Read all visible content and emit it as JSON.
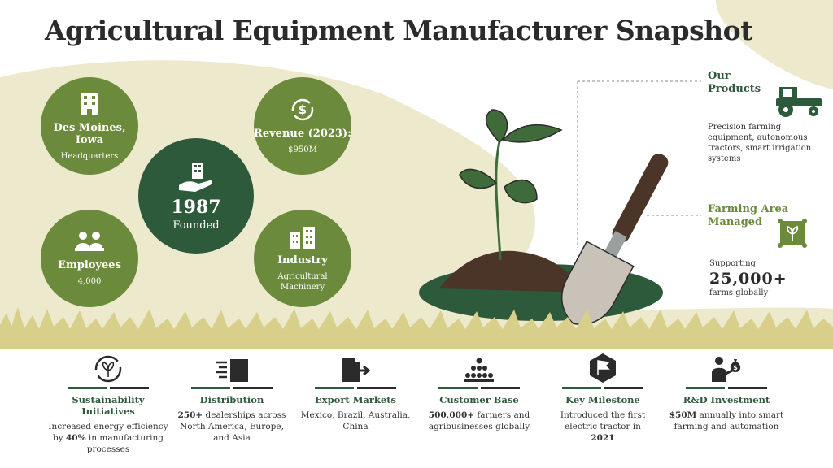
{
  "title": "Agricultural Equipment Manufacturer Snapshot",
  "circles": {
    "hq": {
      "heading": "Des Moines, Iowa",
      "sub": "Headquarters"
    },
    "revenue": {
      "heading": "Revenue (2023):",
      "sub": "$950M"
    },
    "founded": {
      "value": "1987",
      "label": "Founded"
    },
    "employees": {
      "heading": "Employees",
      "sub": "4,000"
    },
    "industry": {
      "heading": "Industry",
      "sub": "Agricultural Machinery"
    }
  },
  "products": {
    "heading": "Our Products",
    "text": "Precision farming equipment, autonomous tractors, smart irrigation systems"
  },
  "farming": {
    "heading": "Farming Area Managed",
    "prefix": "Supporting",
    "value": "25,000+",
    "suffix": "farms globally"
  },
  "bottom": [
    {
      "title": "Sustainability Initiatives",
      "pre": "Increased energy efficiency by ",
      "bold": "40%",
      "post": " in manufacturing processes"
    },
    {
      "title": "Distribution",
      "pre": "",
      "bold": "250+",
      "post": " dealerships across North America, Europe, and Asia"
    },
    {
      "title": "Export Markets",
      "pre": "Mexico, Brazil, Australia, China",
      "bold": "",
      "post": ""
    },
    {
      "title": "Customer Base",
      "pre": "",
      "bold": "500,000+",
      "post": " farmers and agribusinesses globally"
    },
    {
      "title": "Key Milestone",
      "pre": "Introduced the first electric tractor in ",
      "bold": "2021",
      "post": ""
    },
    {
      "title": "R&D Investment",
      "pre": "",
      "bold": "$50M",
      "post": " annually into smart farming and automation"
    }
  ],
  "colors": {
    "dark_green": "#2e5a3c",
    "olive": "#6b8a3b",
    "beige": "#ece9cc",
    "grass": "#d7cf8a"
  },
  "icons": [
    "building-icon",
    "revenue-cycle-icon",
    "hand-building-icon",
    "employees-icon",
    "industry-buildings-icon",
    "tractor-icon",
    "farm-area-icon",
    "sustainability-icon",
    "distribution-icon",
    "export-icon",
    "customer-base-icon",
    "milestone-flag-icon",
    "investment-icon"
  ]
}
